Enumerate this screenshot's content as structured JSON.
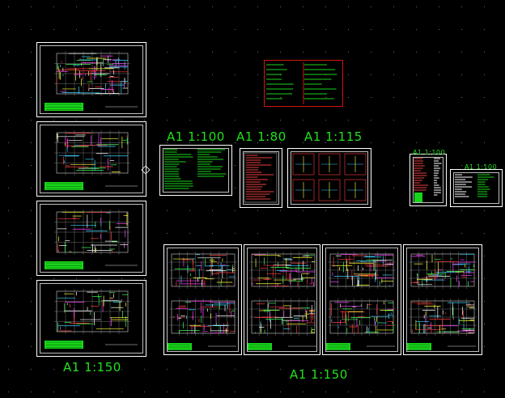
{
  "window": {
    "background": "#000000"
  },
  "colors": {
    "scale_label": "#22e01c",
    "sheet_frame": "#ffffff",
    "title_block": "#17d51a",
    "note_frame": "#d01414"
  },
  "scale_labels": {
    "left_column": "A1   1:150",
    "bottom_row": "A1   1:150",
    "row_a_1": "A1  1:100",
    "row_a_2": "A1  1:80",
    "row_a_3": "A1  1:115",
    "small_1": "A1  1:100",
    "small_2": "A1  1:100"
  },
  "sheets": {
    "left_column": [
      "floor-plan-1",
      "floor-plan-2",
      "floor-plan-3",
      "floor-plan-4"
    ],
    "bottom_row": [
      "floor-plan-pair-1",
      "floor-plan-pair-2",
      "floor-plan-pair-3",
      "floor-plan-pair-4"
    ],
    "row_a": [
      "design-notes-sheet",
      "equipment-schedule-sheet",
      "details-sheet"
    ],
    "small": [
      "system-diagram-sheet",
      "legend-sheet"
    ]
  }
}
